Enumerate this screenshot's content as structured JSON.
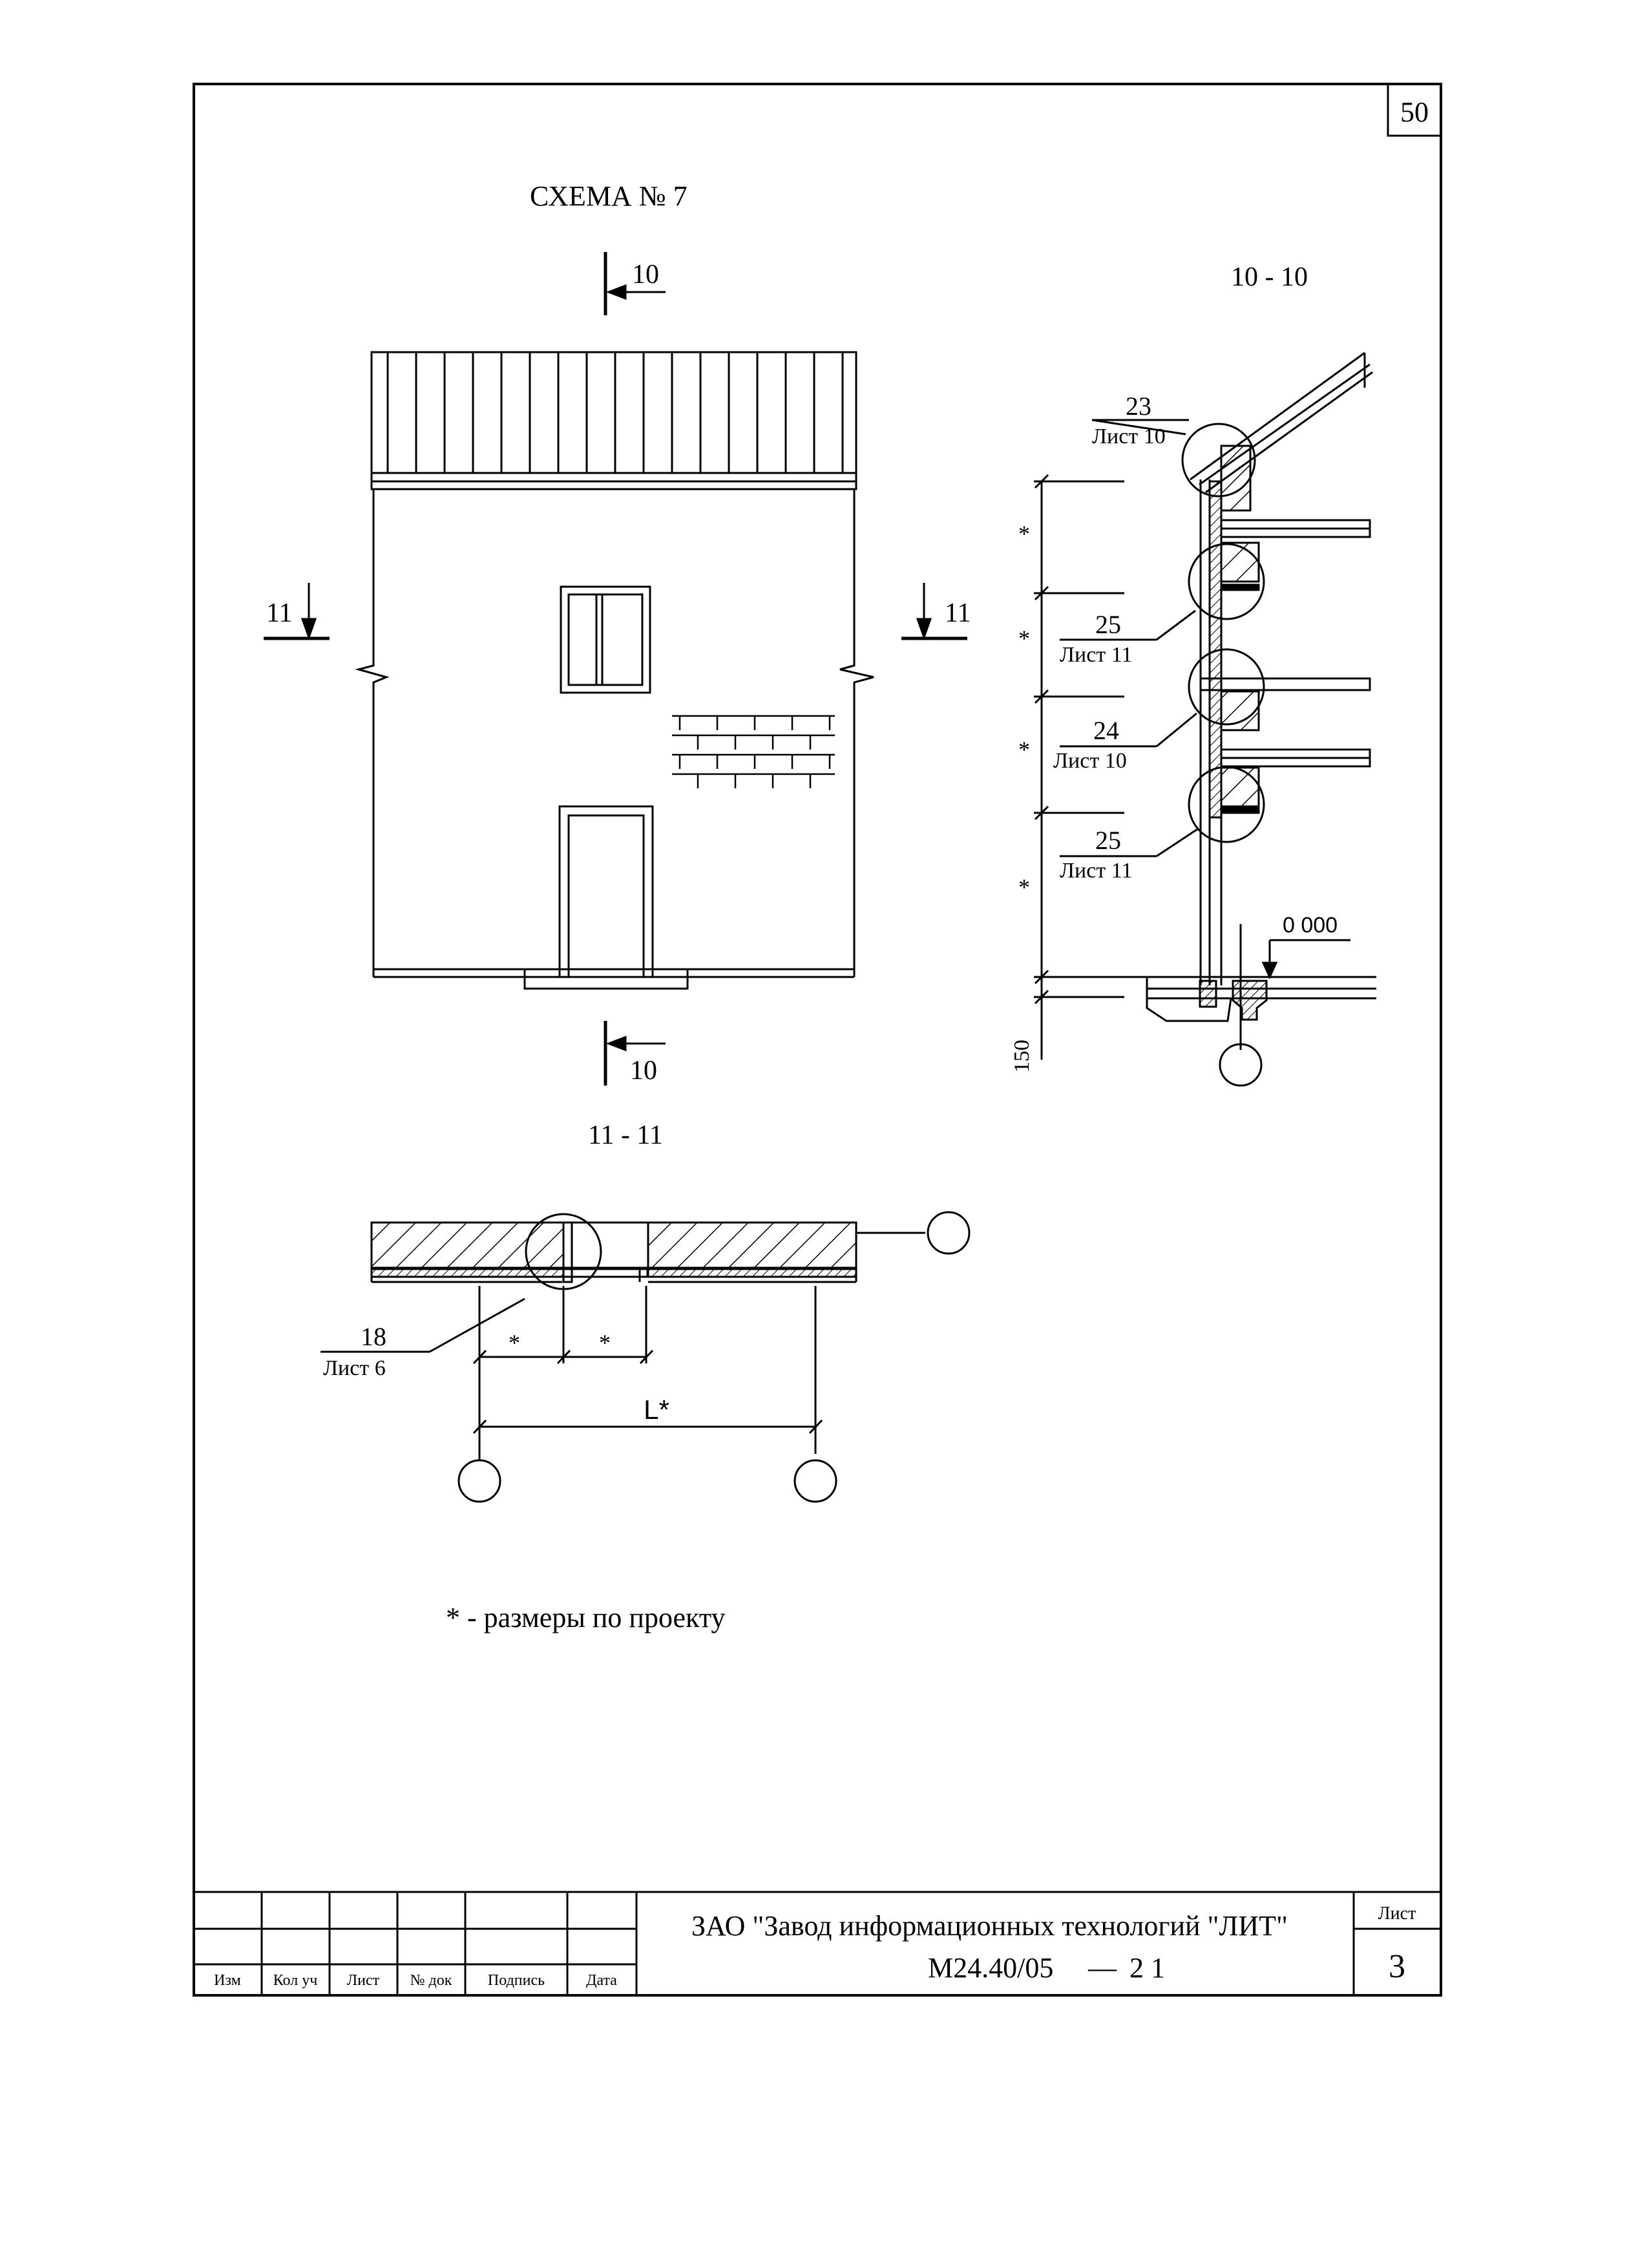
{
  "page_number": "50",
  "title": "СХЕМА № 7",
  "elevation": {
    "section_marker_10": "10",
    "section_marker_11": "11"
  },
  "section_10_10": {
    "title": "10 - 10",
    "callouts": [
      {
        "num": "23",
        "sheet": "Лист 10"
      },
      {
        "num": "25",
        "sheet": "Лист 11"
      },
      {
        "num": "24",
        "sheet": "Лист 10"
      },
      {
        "num": "25",
        "sheet": "Лист 11"
      }
    ],
    "dimension_star": "*",
    "level_mark": "0 000",
    "offset_dimension": "150"
  },
  "section_11_11": {
    "title": "11 - 11",
    "callout_num": "18",
    "callout_sheet": "Лист 6",
    "dimension_star": "*",
    "span_label": "L*"
  },
  "note": "* - размеры по проекту",
  "title_block": {
    "headers": [
      "Изм",
      "Кол уч",
      "Лист",
      "№ док",
      "Подпись",
      "Дата"
    ],
    "company": "ЗАО \"Завод информационных технологий \"ЛИТ\"",
    "doc_code": "М24.40/05",
    "dash": "—",
    "doc_num": "2 1",
    "sheet_label": "Лист",
    "sheet_number": "3"
  }
}
